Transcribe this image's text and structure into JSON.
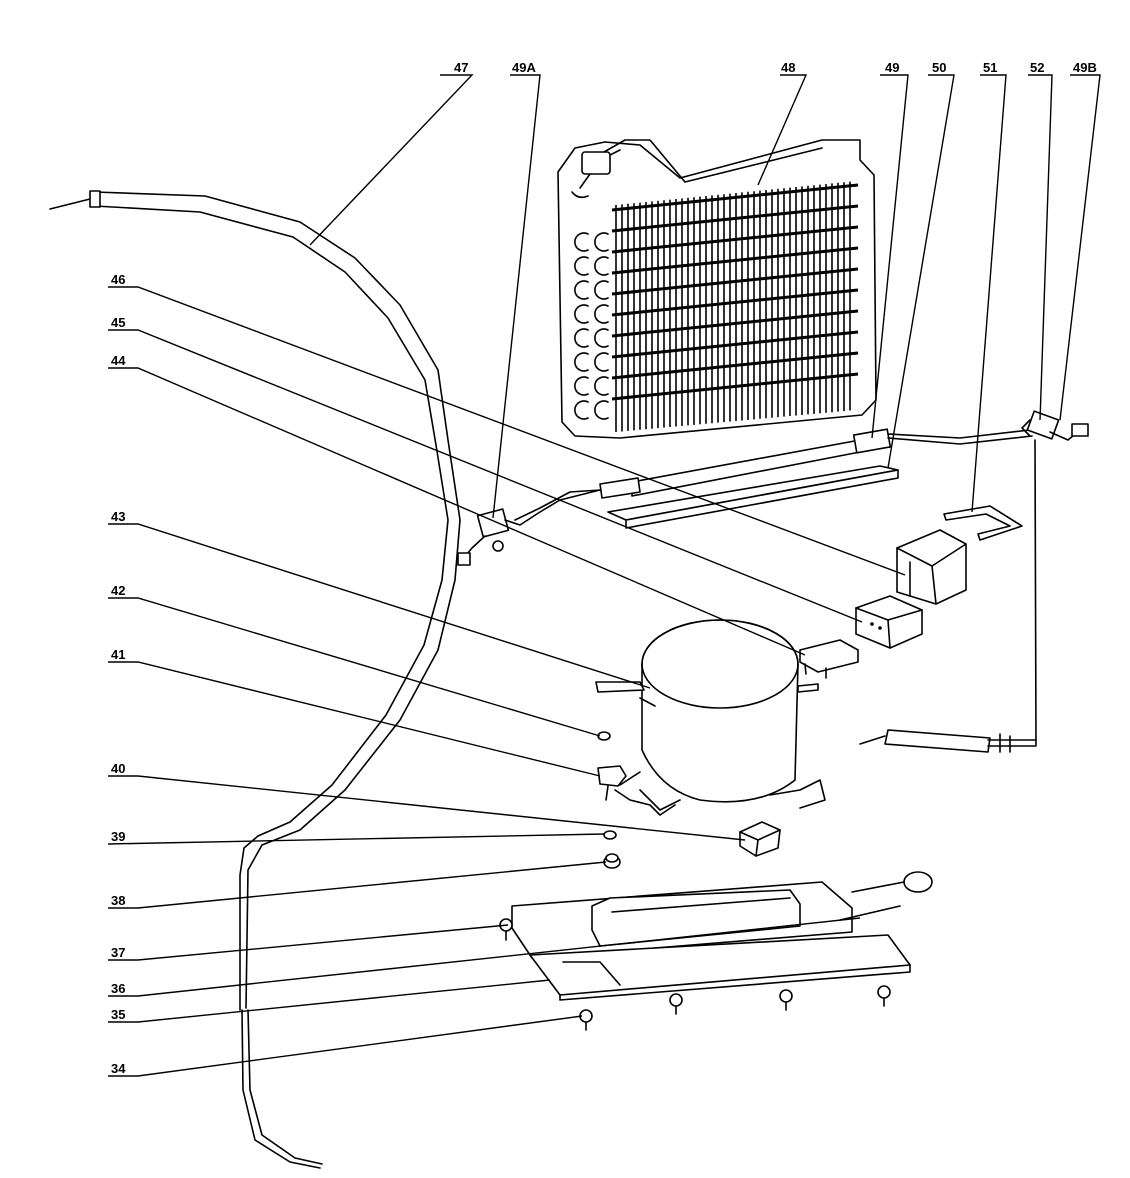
{
  "labels": {
    "p47": "47",
    "p49a": "49A",
    "p48": "48",
    "p49": "49",
    "p50": "50",
    "p51": "51",
    "p52": "52",
    "p49b": "49B",
    "p46": "46",
    "p45": "45",
    "p44": "44",
    "p43": "43",
    "p42": "42",
    "p41": "41",
    "p40": "40",
    "p39": "39",
    "p38": "38",
    "p37": "37",
    "p36": "36",
    "p35": "35",
    "p34": "34"
  }
}
